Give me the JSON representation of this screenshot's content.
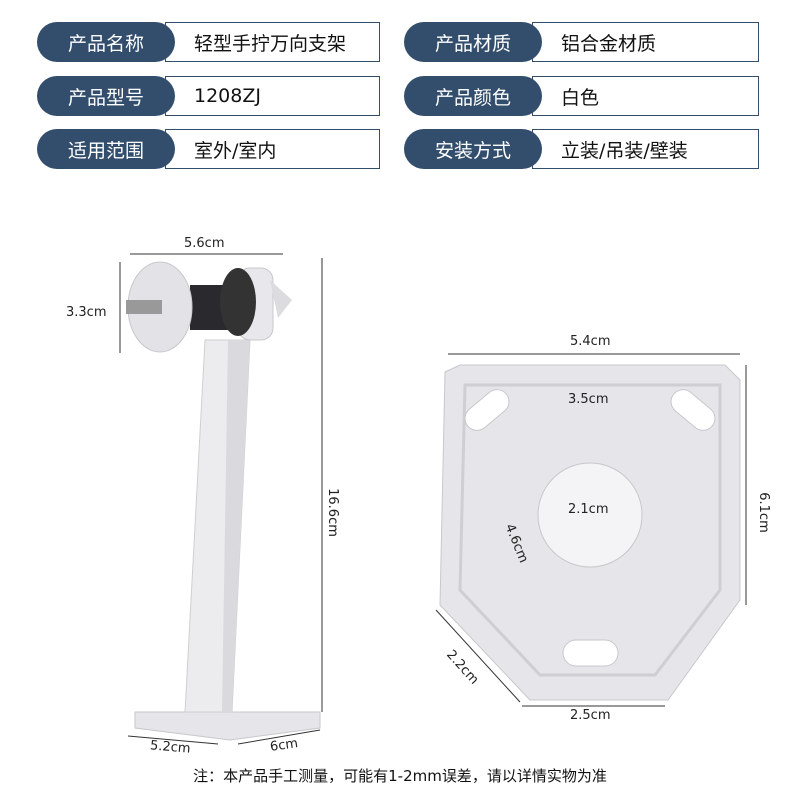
{
  "specs": [
    {
      "label": "产品名称",
      "value": "轻型手拧万向支架"
    },
    {
      "label": "产品材质",
      "value": "铝合金材质"
    },
    {
      "label": "产品型号",
      "value": "1208ZJ"
    },
    {
      "label": "产品颜色",
      "value": "白色"
    },
    {
      "label": "适用范围",
      "value": "室外/室内"
    },
    {
      "label": "安装方式",
      "value": "立装/吊装/壁装"
    }
  ],
  "dims": {
    "bracket_width": "5.6cm",
    "knob_height": "3.3cm",
    "height": "16.6cm",
    "base_w": "5.2cm",
    "base_d": "6cm",
    "plate_width": "5.4cm",
    "hole_span": "3.5cm",
    "center_hole": "2.1cm",
    "diag": "4.6cm",
    "plate_height": "6.1cm",
    "edge": "2.2cm",
    "bottom": "2.5cm"
  },
  "note": "注：本产品手工测量，可能有1-2mm误差，请以详情实物为准"
}
